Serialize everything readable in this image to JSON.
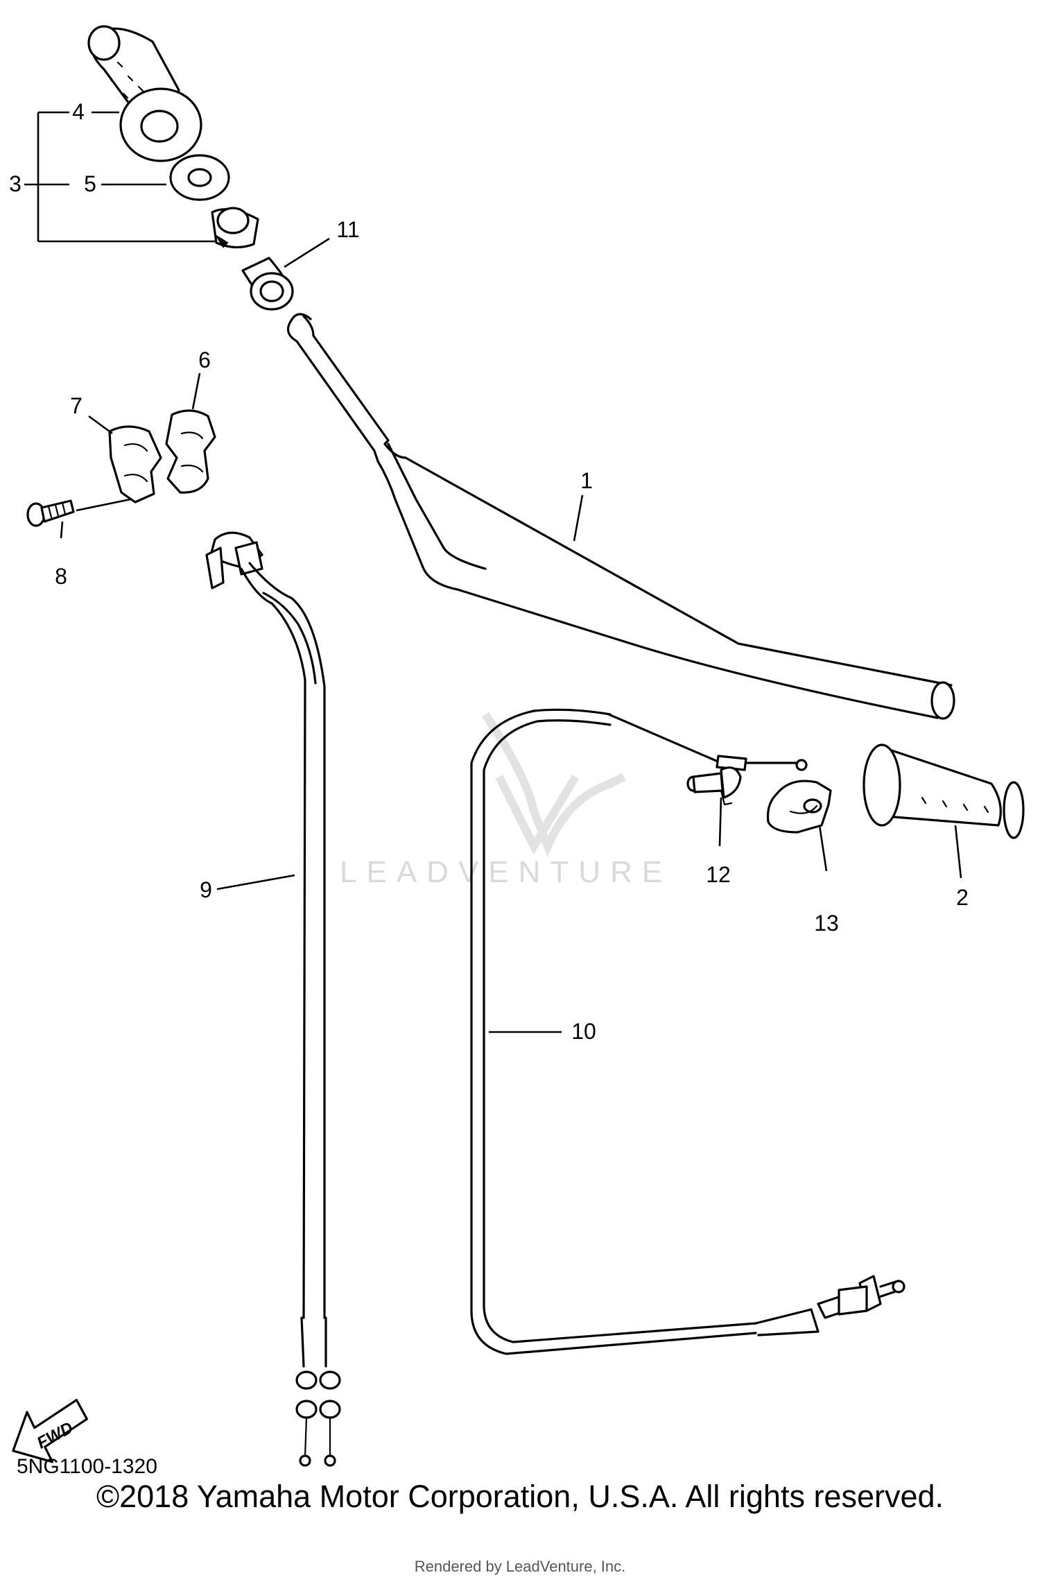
{
  "callouts": {
    "c1": "1",
    "c2": "2",
    "c3": "3",
    "c4": "4",
    "c5": "5",
    "c6": "6",
    "c7": "7",
    "c8": "8",
    "c9": "9",
    "c10": "10",
    "c11": "11",
    "c12": "12",
    "c13": "13"
  },
  "fwd_label": "FWD",
  "watermark": "LEADVENTURE",
  "diagram_code": "5NG1100-1320",
  "copyright": "©2018 Yamaha Motor Corporation, U.S.A. All rights reserved.",
  "rendered_by": "Rendered by LeadVenture, Inc."
}
